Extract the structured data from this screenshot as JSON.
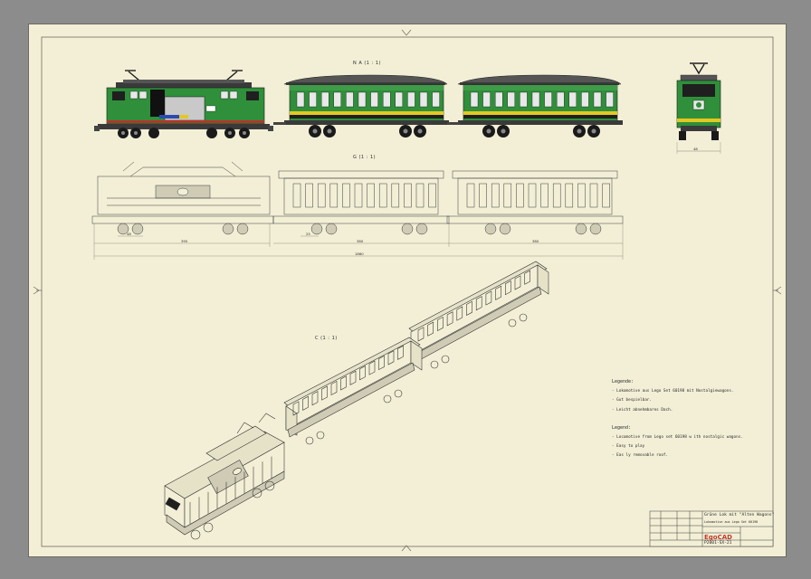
{
  "views": {
    "side": "N A (1 : 1)",
    "top": "G (1 : 1)",
    "iso": "C (1 : 1)"
  },
  "dimensions": {
    "overall": "1860",
    "loco": "395",
    "car1": "380",
    "car2": "380",
    "bogie": "48",
    "car_bogie": "25",
    "front_width": "48"
  },
  "legend": {
    "title_de": "Legende:",
    "items_de": [
      "- Lokomotive aus Lego Set 60198 mit Nostalgiewagons.",
      "- Gut bespielbar.",
      "- Leicht abnehmbares Dach."
    ],
    "title_en": "Legend:",
    "items_en": [
      "- Locomotive from Lego set 60198 w ith nostalgic wagons.",
      "- Easy to play",
      "- Eas ly removable roof."
    ]
  },
  "title_block": {
    "title": "Grüne Lok mit \"Alten Wagons\"",
    "subtitle": "Lokomotive aus Lego Set 60198",
    "logo": "EgoCAD",
    "drawing_no": "P2001-SX-21"
  },
  "colors": {
    "background": "#8c8c8c",
    "sheet": "#f3efd6",
    "loco_green": "#2f8f3a",
    "dark": "#1f1f1f",
    "accent_red": "#b8342a",
    "accent_yellow": "#e2c822"
  }
}
